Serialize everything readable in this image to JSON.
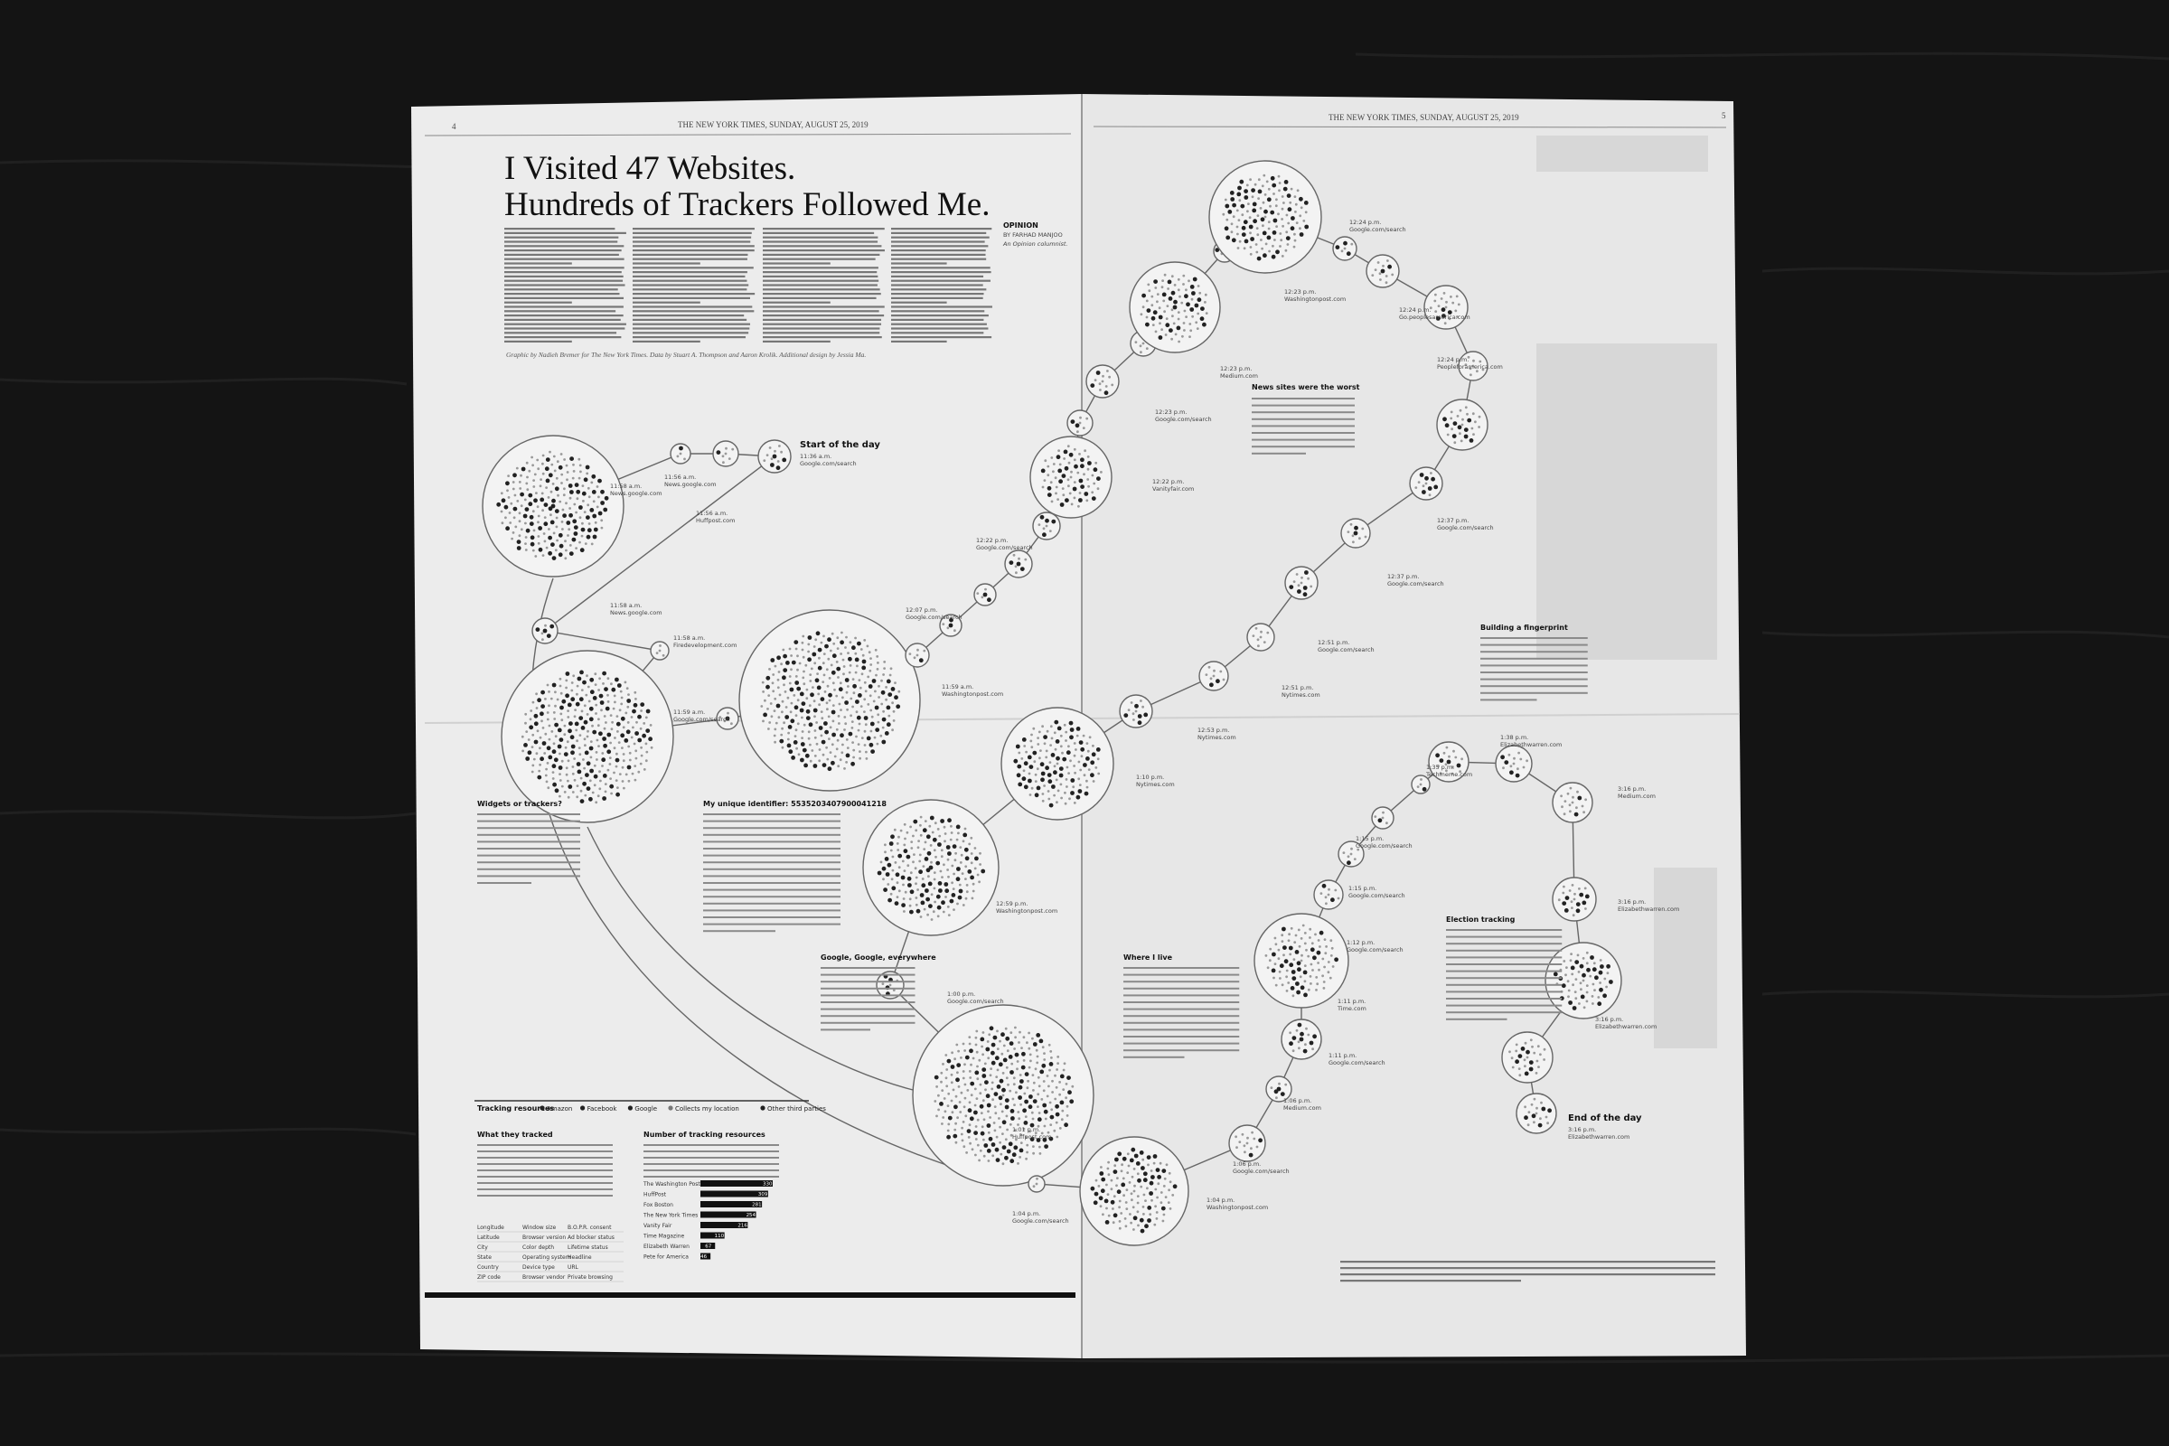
{
  "header": {
    "left_date": "THE NEW YORK TIMES, SUNDAY, AUGUST 25, 2019",
    "right_date": "THE NEW YORK TIMES, SUNDAY, AUGUST 25, 2019",
    "left_page": "4",
    "right_page": "5"
  },
  "article": {
    "title_line1": "I Visited 47 Websites.",
    "title_line2": "Hundreds of Trackers Followed Me.",
    "byline_label": "OPINION",
    "byline_author": "BY FARHAD MANJOO",
    "byline_note": "An Opinion columnist.",
    "credit": "Graphic by Nadieh Bremer for The New York Times. Data by Stuart A. Thompson and Aaron Krolik. Additional design by Jessia Ma."
  },
  "callouts": {
    "start": "Start of the day",
    "end": "End of the day",
    "widgets_title": "Widgets or trackers?",
    "identifier_title": "My unique identifier: 5535203407900041218",
    "google_title": "Google, Google, everywhere",
    "news_title": "News sites were the worst",
    "fingerprint_title": "Building a fingerprint",
    "live_title": "Where I live",
    "election_title": "Election tracking"
  },
  "visits": [
    {
      "time": "11:36 a.m.",
      "site": "Google.com/search"
    },
    {
      "time": "11:56 a.m.",
      "site": "News.google.com"
    },
    {
      "time": "11:56 a.m.",
      "site": "Huffpost.com"
    },
    {
      "time": "11:58 a.m.",
      "site": "News.google.com"
    },
    {
      "time": "11:58 a.m.",
      "site": "Firedevelopment.com"
    },
    {
      "time": "11:59 a.m.",
      "site": "Google.com/search"
    },
    {
      "time": "11:59 a.m.",
      "site": "Washingtonpost.com"
    },
    {
      "time": "12:07 p.m.",
      "site": "Google.com/search"
    },
    {
      "time": "12:22 p.m.",
      "site": "Google.com/search"
    },
    {
      "time": "12:22 p.m.",
      "site": "Vanityfair.com"
    },
    {
      "time": "12:23 p.m.",
      "site": "Google.com/search"
    },
    {
      "time": "12:23 p.m.",
      "site": "Medium.com"
    },
    {
      "time": "12:23 p.m.",
      "site": "Washingtonpost.com"
    },
    {
      "time": "12:24 p.m.",
      "site": "Google.com/search"
    },
    {
      "time": "12:24 p.m.",
      "site": "Go.peoplesamerica.com"
    },
    {
      "time": "12:24 p.m.",
      "site": "Peopleforamerica.com"
    },
    {
      "time": "12:37 p.m.",
      "site": "Google.com/search"
    },
    {
      "time": "12:37 p.m.",
      "site": "Google.com/search"
    },
    {
      "time": "12:51 p.m.",
      "site": "Google.com/search"
    },
    {
      "time": "12:51 p.m.",
      "site": "Nytimes.com"
    },
    {
      "time": "12:53 p.m.",
      "site": "Nytimes.com"
    },
    {
      "time": "1:10 p.m.",
      "site": "Nytimes.com"
    },
    {
      "time": "1:15 p.m.",
      "site": "Google.com/search"
    },
    {
      "time": "1:15 p.m.",
      "site": "Google.com/search"
    },
    {
      "time": "1:12 p.m.",
      "site": "Google.com/search"
    },
    {
      "time": "1:11 p.m.",
      "site": "Time.com"
    },
    {
      "time": "1:11 p.m.",
      "site": "Google.com/search"
    },
    {
      "time": "1:06 p.m.",
      "site": "Medium.com"
    },
    {
      "time": "1:06 p.m.",
      "site": "Google.com/search"
    },
    {
      "time": "1:04 p.m.",
      "site": "Washingtonpost.com"
    },
    {
      "time": "1:04 p.m.",
      "site": "Google.com/search"
    },
    {
      "time": "1:01 p.m.",
      "site": "Huffpost.com"
    },
    {
      "time": "1:00 p.m.",
      "site": "Google.com/search"
    },
    {
      "time": "12:59 p.m.",
      "site": "Washingtonpost.com"
    },
    {
      "time": "1:35 p.m.",
      "site": "Techmeme.com"
    },
    {
      "time": "1:38 p.m.",
      "site": "Elizabethwarren.com"
    },
    {
      "time": "3:16 p.m.",
      "site": "Medium.com"
    },
    {
      "time": "3:16 p.m.",
      "site": "Elizabethwarren.com"
    },
    {
      "time": "3:16 p.m.",
      "site": "Elizabethwarren.com"
    }
  ],
  "legend": {
    "title": "Tracking resources",
    "items": [
      "Amazon",
      "Facebook",
      "Google",
      "Collects my location",
      "Other third parties"
    ]
  },
  "what_tracked": {
    "title": "What they tracked",
    "rows": [
      [
        "Longitude",
        "Window size",
        "B.O.P.R. consent"
      ],
      [
        "Latitude",
        "Browser version",
        "Ad blocker status"
      ],
      [
        "City",
        "Color depth",
        "Lifetime status"
      ],
      [
        "State",
        "Operating system",
        "Headline"
      ],
      [
        "Country",
        "Device type",
        "URL"
      ],
      [
        "ZIP code",
        "Browser vendor",
        "Private browsing"
      ]
    ]
  },
  "top_sites": {
    "title": "Number of tracking resources",
    "rows": [
      {
        "name": "The Washington Post",
        "value": 330
      },
      {
        "name": "HuffPost",
        "value": 309
      },
      {
        "name": "Fox Boston",
        "value": 281
      },
      {
        "name": "The New York Times",
        "value": 254
      },
      {
        "name": "Vanity Fair",
        "value": 216
      },
      {
        "name": "Time Magazine",
        "value": 110
      },
      {
        "name": "Elizabeth Warren",
        "value": 67
      },
      {
        "name": "Pete for America",
        "value": 46
      }
    ]
  }
}
